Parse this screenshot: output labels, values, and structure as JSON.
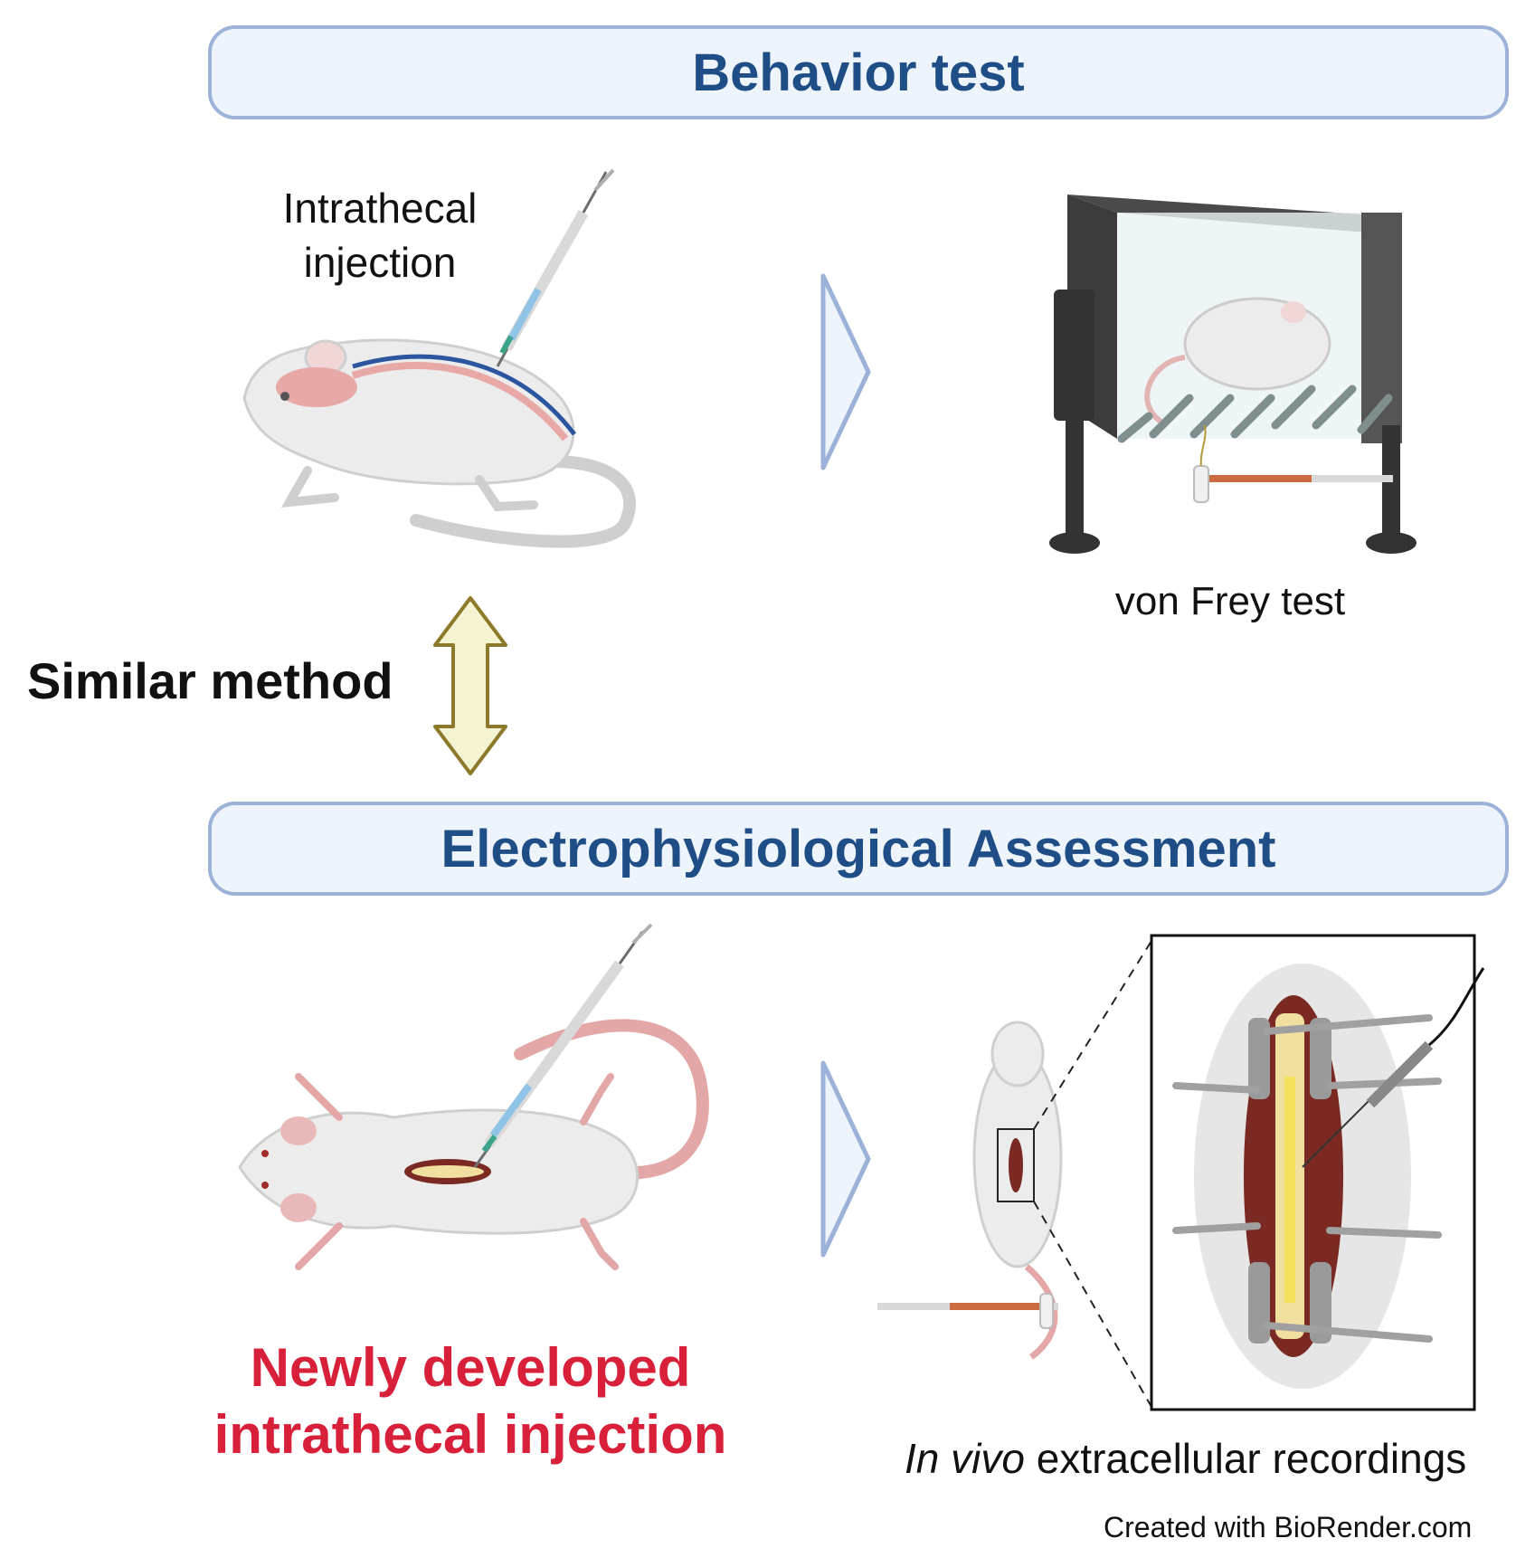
{
  "banners": {
    "top": "Behavior test",
    "bottom": "Electrophysiological Assessment"
  },
  "labels": {
    "intrathecal_line1": "Intrathecal",
    "intrathecal_line2": "injection",
    "von_frey": "von Frey test",
    "similar_method": "Similar method",
    "newly_line1": "Newly developed",
    "newly_line2": "intrathecal injection",
    "in_vivo_italic": "In vivo",
    "in_vivo_rest": " extracellular recordings",
    "credit": "Created with BioRender.com"
  },
  "colors": {
    "banner_text": "#1f4e86",
    "banner_fill": "#eef4fc",
    "banner_border": "#9db2d8",
    "highlight_red": "#d9203a",
    "double_arrow_fill": "#f4f3d2",
    "double_arrow_stroke": "#8c7a2a"
  }
}
